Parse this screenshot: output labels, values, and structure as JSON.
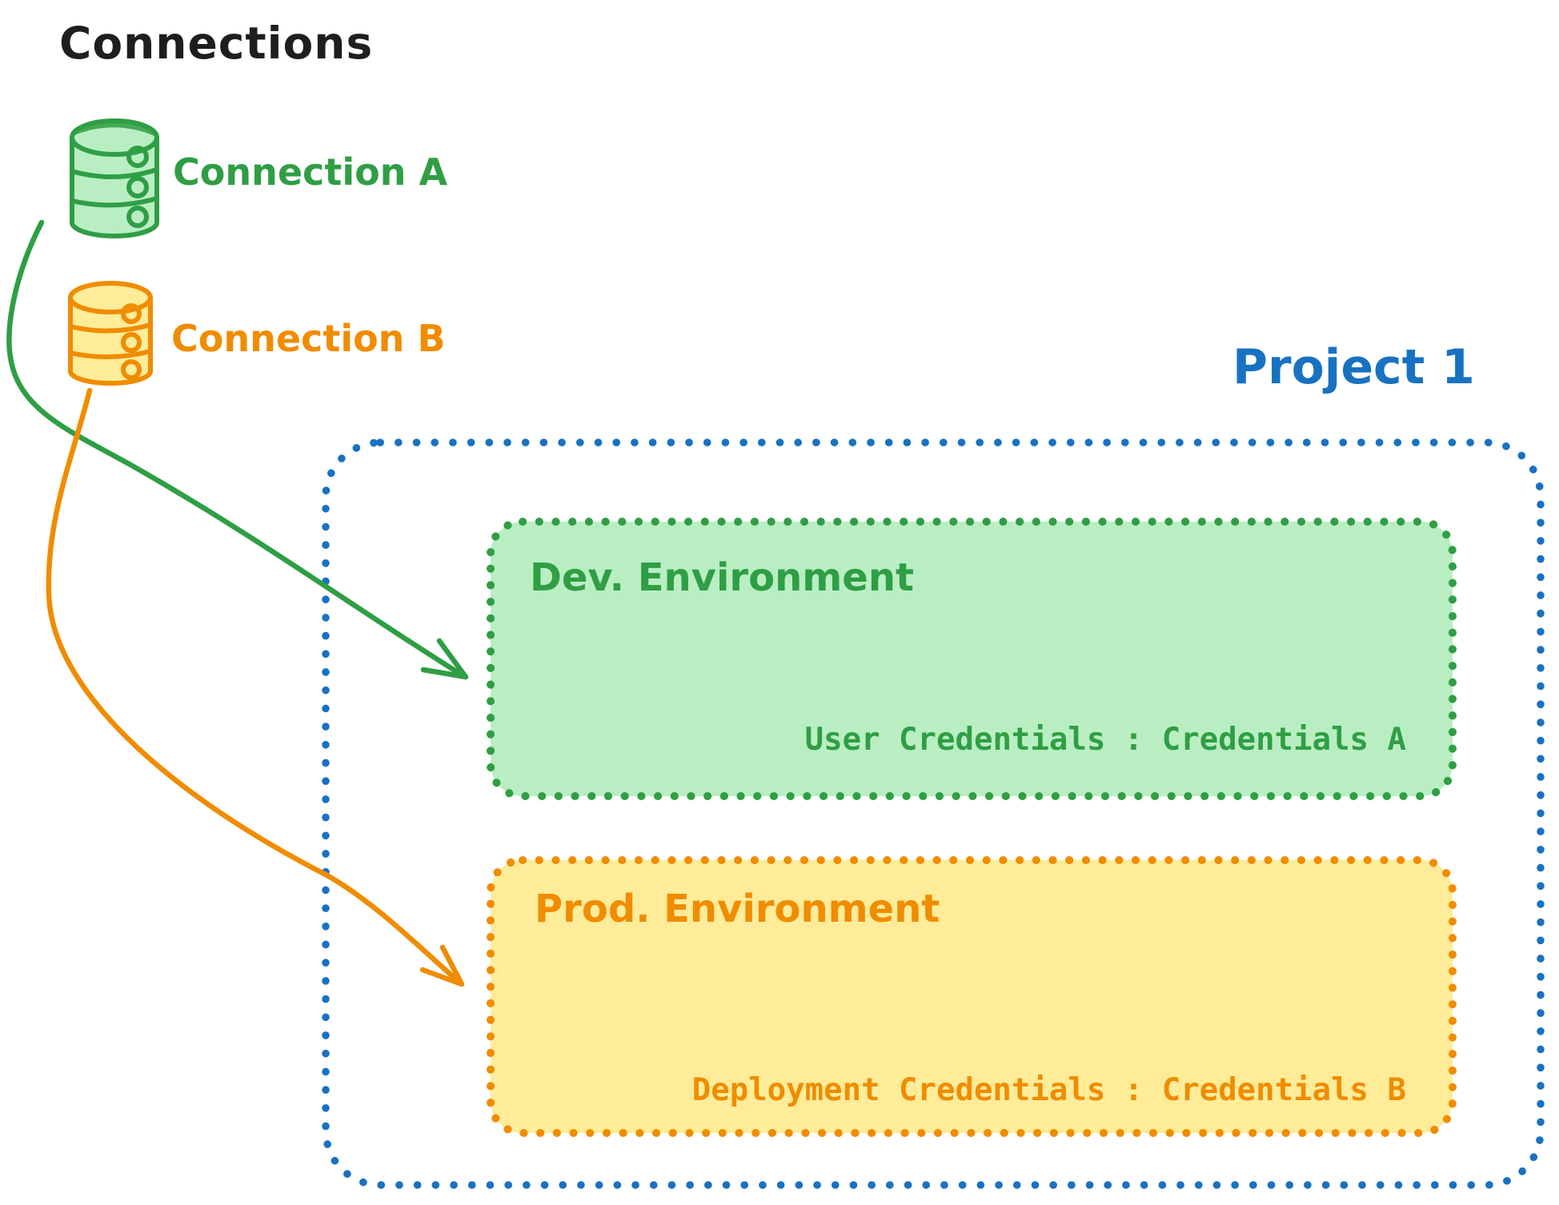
{
  "colors": {
    "ink": "#1e1e1e",
    "green": "#2f9e44",
    "green_fill": "#b9eec3",
    "orange": "#f08c00",
    "orange_fill": "#ffec99",
    "blue": "#1971c2"
  },
  "header": {
    "title": "Connections"
  },
  "connections": [
    {
      "label": "Connection A",
      "icon": "database-icon",
      "color": "#2f9e44"
    },
    {
      "label": "Connection B",
      "icon": "database-icon",
      "color": "#f08c00"
    }
  ],
  "project": {
    "title": "Project 1",
    "environments": [
      {
        "title": "Dev. Environment",
        "credentials": "User Credentials : Credentials A",
        "color": "#2f9e44"
      },
      {
        "title": "Prod. Environment",
        "credentials": "Deployment Credentials : Credentials B",
        "color": "#f08c00"
      }
    ]
  },
  "arrows": [
    {
      "name": "connection-a-to-dev-environment",
      "color": "#2f9e44"
    },
    {
      "name": "connection-b-to-prod-environment",
      "color": "#f08c00"
    }
  ]
}
